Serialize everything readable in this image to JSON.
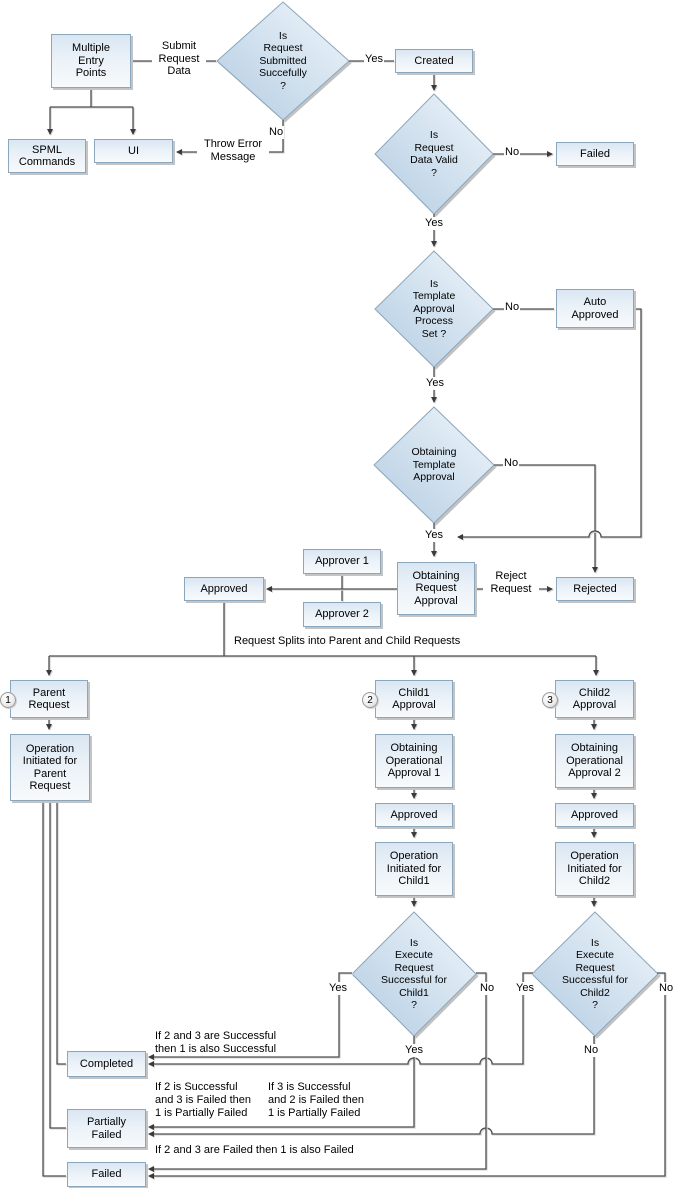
{
  "nodes": {
    "multiple_entry_points": "Multiple\nEntry\nPoints",
    "spml_commands": "SPML\nCommands",
    "ui": "UI",
    "created": "Created",
    "failed_top": "Failed",
    "auto_approved": "Auto\nApproved",
    "approver_1": "Approver 1",
    "approver_2": "Approver 2",
    "obtaining_request_approval": "Obtaining\nRequest\nApproval",
    "approved": "Approved",
    "rejected": "Rejected",
    "parent_request": "Parent\nRequest",
    "operation_initiated_parent": "Operation\nInitiated for\nParent\nRequest",
    "child1_approval": "Child1\nApproval",
    "obtaining_operational_approval_1": "Obtaining\nOperational\nApproval 1",
    "approved_child1": "Approved",
    "operation_initiated_child1": "Operation\nInitiated for\nChild1",
    "child2_approval": "Child2\nApproval",
    "obtaining_operational_approval_2": "Obtaining\nOperational\nApproval 2",
    "approved_child2": "Approved",
    "operation_initiated_child2": "Operation\nInitiated for\nChild2",
    "completed": "Completed",
    "partially_failed": "Partially\nFailed",
    "failed_bottom": "Failed"
  },
  "decisions": {
    "is_request_submitted": "Is\nRequest\nSubmitted\nSuccefully\n?",
    "is_request_data_valid": "Is\nRequest\nData Valid\n?",
    "is_template_approval_process_set": "Is\nTemplate\nApproval\nProcess\nSet ?",
    "obtaining_template_approval": "Obtaining\nTemplate\nApproval",
    "is_execute_successful_child1": "Is\nExecute\nRequest\nSuccessful for\nChild1\n?",
    "is_execute_successful_child2": "Is\nExecute\nRequest\nSuccessful for\nChild2\n?"
  },
  "step_markers": {
    "parent": "1",
    "child1": "2",
    "child2": "3"
  },
  "edge_labels": {
    "yes": "Yes",
    "no": "No",
    "submit_request_data": "Submit\nRequest\nData",
    "throw_error_message": "Throw Error\nMessage",
    "reject_request": "Reject\nRequest",
    "request_splits": "Request Splits into Parent and Child Requests"
  },
  "conditions": {
    "both_successful": "If 2 and 3 are Successful\nthen 1 is also Successful",
    "child1_ok_child2_failed": "If 2 is Successful\nand 3 is Failed then\n1 is Partially Failed",
    "child2_ok_child1_failed": "If 3 is Successful\nand 2 is Failed then\n1 is Partially Failed",
    "both_failed": "If 2 and 3 are Failed then 1 is also Failed"
  },
  "colors": {
    "node_fill_top": "#d9e6f2",
    "node_fill_bottom": "#f7fafc",
    "node_border": "#8ba7bd",
    "diamond_fill_light": "#f0f6fb",
    "diamond_fill_dark": "#b3cce2",
    "connector": "#4f4f4f"
  }
}
